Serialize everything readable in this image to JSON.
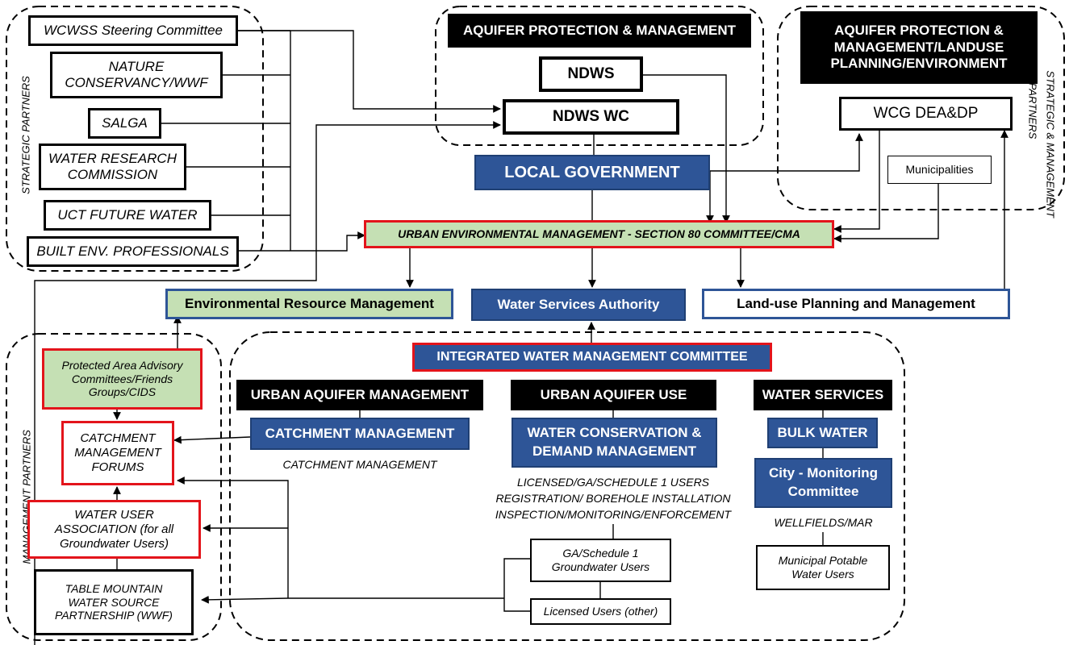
{
  "strategic_partners": {
    "label": "STRATEGIC PARTNERS",
    "items": [
      "WCWSS Steering Committee",
      "NATURE CONSERVANCY/WWF",
      "SALGA",
      "WATER RESEARCH COMMISSION",
      "UCT FUTURE WATER",
      "BUILT ENV. PROFESSIONALS"
    ]
  },
  "aquifer_pm": {
    "header": "AQUIFER PROTECTION & MANAGEMENT",
    "ndws": "NDWS",
    "ndws_wc": "NDWS WC"
  },
  "aquifer_pml": {
    "header": "AQUIFER PROTECTION & MANAGEMENT/LANDUSE PLANNING/ENVIRONMENT",
    "wcg": "WCG DEA&DP",
    "municipalities": "Municipalities",
    "side_label_1": "STRATEGIC & MANAGEMENT",
    "side_label_2": "PARTNERS"
  },
  "local_government": "LOCAL GOVERNMENT",
  "urban_env": "URBAN ENVIRONMENTAL MANAGEMENT - SECTION 80 COMMITTEE/CMA",
  "env_resource": "Environmental Resource Management",
  "water_services_authority": "Water Services Authority",
  "land_use": "Land-use Planning and Management",
  "management_partners": {
    "label": "MANAGEMENT PARTNERS",
    "protected_area": "Protected Area Advisory Committees/Friends Groups/CIDS",
    "catchment_forums": "CATCHMENT MANAGEMENT FORUMS",
    "water_user_association": "WATER USER ASSOCIATION (for all Groundwater Users)",
    "table_mountain": "TABLE MOUNTAIN WATER SOURCE PARTNERSHIP (WWF)"
  },
  "iwmc": "INTEGRATED WATER MANAGEMENT COMMITTEE",
  "urban_aquifer_management": {
    "header": "URBAN AQUIFER MANAGEMENT",
    "catchment": "CATCHMENT MANAGEMENT",
    "note": "CATCHMENT MANAGEMENT"
  },
  "urban_aquifer_use": {
    "header": "URBAN AQUIFER USE",
    "conservation": "WATER CONSERVATION & DEMAND MANAGEMENT",
    "note_lines": [
      "LICENSED/GA/SCHEDULE 1 USERS",
      "REGISTRATION/ BOREHOLE INSTALLATION",
      "INSPECTION/MONITORING/ENFORCEMENT"
    ],
    "ga_users": "GA/Schedule 1 Groundwater Users",
    "licensed": "Licensed Users (other)"
  },
  "water_services": {
    "header": "WATER SERVICES",
    "bulk": "BULK WATER",
    "monitoring": "City - Monitoring Committee",
    "note": "WELLFIELDS/MAR",
    "potable": "Municipal Potable Water Users"
  },
  "colors": {
    "blue": "#2e5597",
    "red": "#e3141b",
    "green": "#c5e0b4",
    "black": "#000000"
  }
}
